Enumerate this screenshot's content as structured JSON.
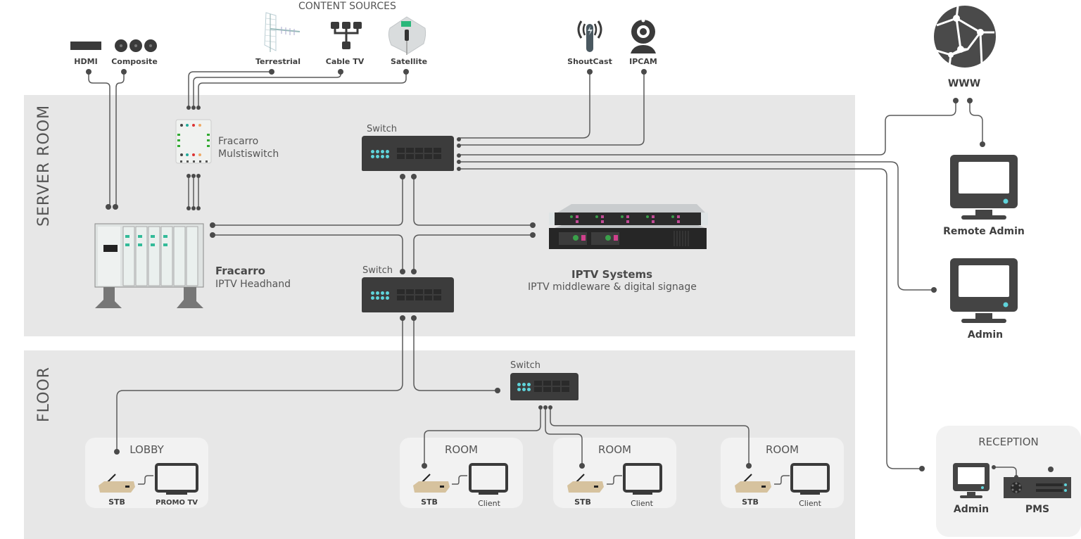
{
  "content_sources_title": "CONTENT SOURCES",
  "sources": {
    "hdmi": "HDMI",
    "composite": "Composite",
    "terrestrial": "Terrestrial",
    "cable_tv": "Cable TV",
    "satellite": "Satellite",
    "shoutcast": "ShoutCast",
    "ipcam": "IPCAM",
    "www": "WWW"
  },
  "zones": {
    "server_room": "SERVER ROOM",
    "floor": "FLOOR"
  },
  "server_room": {
    "multiswitch": {
      "brand": "Fracarro",
      "name": "Mulstiswitch"
    },
    "headend": {
      "brand": "Fracarro",
      "name": "IPTV Headhand"
    },
    "switch_top": "Switch",
    "switch_bottom": "Switch",
    "iptv_systems": {
      "title": "IPTV Systems",
      "subtitle": "IPTV middleware & digital signage"
    }
  },
  "floor": {
    "switch": "Switch",
    "lobby": {
      "title": "LOBBY",
      "stb": "STB",
      "screen": "PROMO TV"
    },
    "rooms": [
      {
        "title": "ROOM",
        "stb": "STB",
        "screen": "Client"
      },
      {
        "title": "ROOM",
        "stb": "STB",
        "screen": "Client"
      },
      {
        "title": "ROOM",
        "stb": "STB",
        "screen": "Client"
      }
    ]
  },
  "right": {
    "remote_admin": "Remote Admin",
    "admin": "Admin",
    "reception": {
      "title": "RECEPTION",
      "admin": "Admin",
      "pms": "PMS"
    }
  },
  "colors": {
    "zone_bg": "#e7e7e7",
    "device": "#3c3c3c",
    "led": "#5fd3da",
    "wire": "#5a5a5a"
  }
}
